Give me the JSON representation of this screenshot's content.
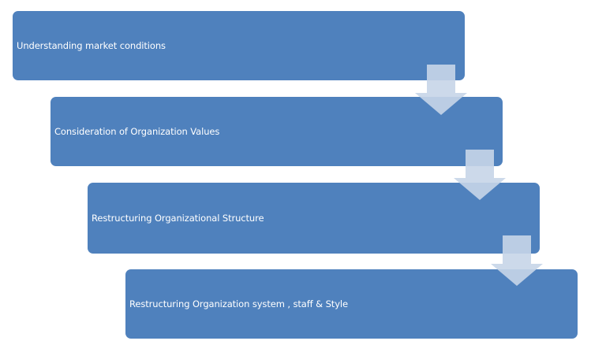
{
  "diagram": {
    "steps": [
      {
        "label": "Understanding market conditions"
      },
      {
        "label": "Consideration of Organization Values"
      },
      {
        "label": "Restructuring Organizational Structure"
      },
      {
        "label": "Restructuring Organization system , staff & Style"
      }
    ],
    "colors": {
      "box_fill": "#4f81bd",
      "box_text": "#ffffff",
      "arrow_fill": "#c6d5e8"
    },
    "connector_icon": "down-arrow-icon"
  }
}
